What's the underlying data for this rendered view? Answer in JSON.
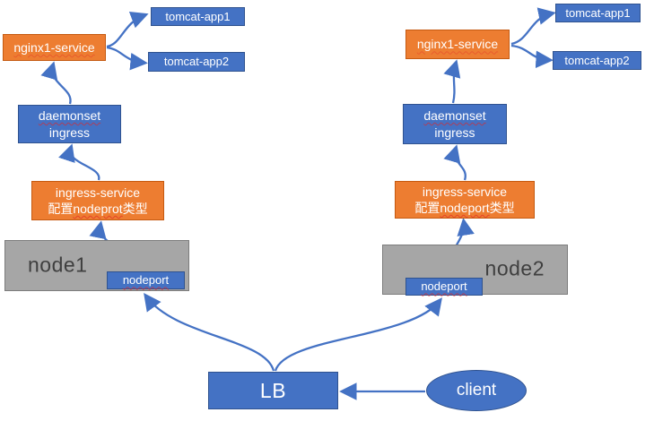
{
  "colors": {
    "box_blue": "#4472C4",
    "box_blue_border": "#2F528F",
    "box_orange": "#ED7D31",
    "box_orange_border": "#C55A11",
    "box_gray": "#A6A6A6",
    "arrow_blue": "#4472C4"
  },
  "left": {
    "nginx_service": "nginx1-service",
    "tomcat_app1": "tomcat-app1",
    "tomcat_app2": "tomcat-app2",
    "daemonset_line1": "daemonset",
    "daemonset_line2": "ingress",
    "ingress_service_line1": "ingress-service",
    "ingress_service_line2_prefix": "配置",
    "ingress_service_line2_word": "nodeprot",
    "ingress_service_line2_suffix": "类型",
    "node_label": "node1",
    "nodeport_label": "nodeport"
  },
  "right": {
    "nginx_service": "nginx1-service",
    "tomcat_app1": "tomcat-app1",
    "tomcat_app2": "tomcat-app2",
    "daemonset_line1": "daemonset",
    "daemonset_line2": "ingress",
    "ingress_service_line1": "ingress-service",
    "ingress_service_line2_prefix": "配置",
    "ingress_service_line2_word": "nodeport",
    "ingress_service_line2_suffix": "类型",
    "node_label": "node2",
    "nodeport_label": "nodeport"
  },
  "bottom": {
    "lb_label": "LB",
    "client_label": "client"
  }
}
